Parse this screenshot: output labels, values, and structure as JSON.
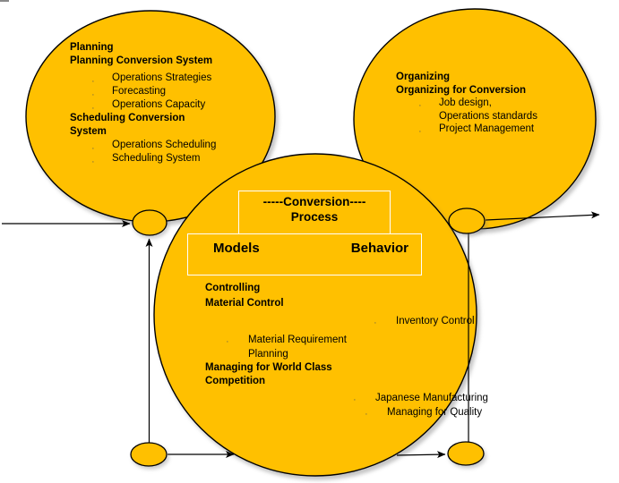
{
  "colors": {
    "gold": "#FFC000",
    "outline": "#000000",
    "box_border": "#FFFFFF",
    "text": "#000000"
  },
  "bullet_glyph": "‚",
  "planning_circle": {
    "heading1": "Planning",
    "heading2": "Planning Conversion System",
    "bullets1": [
      "Operations Strategies",
      "Forecasting",
      "Operations Capacity"
    ],
    "heading3_line1": "Scheduling Conversion",
    "heading3_line2": "System",
    "bullets2": [
      "Operations Scheduling",
      "Scheduling System"
    ]
  },
  "organizing_circle": {
    "heading1": "Organizing",
    "heading2": "Organizing for Conversion",
    "bullet1_line1": "Job design,",
    "bullet1_line2": "Operations standards",
    "bullet2": "Project Management"
  },
  "conversion_box": {
    "line1": "-----Conversion----",
    "line2": "Process"
  },
  "models_behavior_box": {
    "left": "Models",
    "right": "Behavior"
  },
  "controlling_circle": {
    "heading1": "Controlling",
    "heading2": "Material Control",
    "bullet_inventory": "Inventory Control",
    "bullet_mrp_line1": "Material Requirement",
    "bullet_mrp_line2": "Planning",
    "heading3_line1": "Managing for World Class",
    "heading3_line2": "Competition",
    "bullet_japanese": "Japanese Manufacturing",
    "bullet_quality": "Managing for Quality"
  }
}
